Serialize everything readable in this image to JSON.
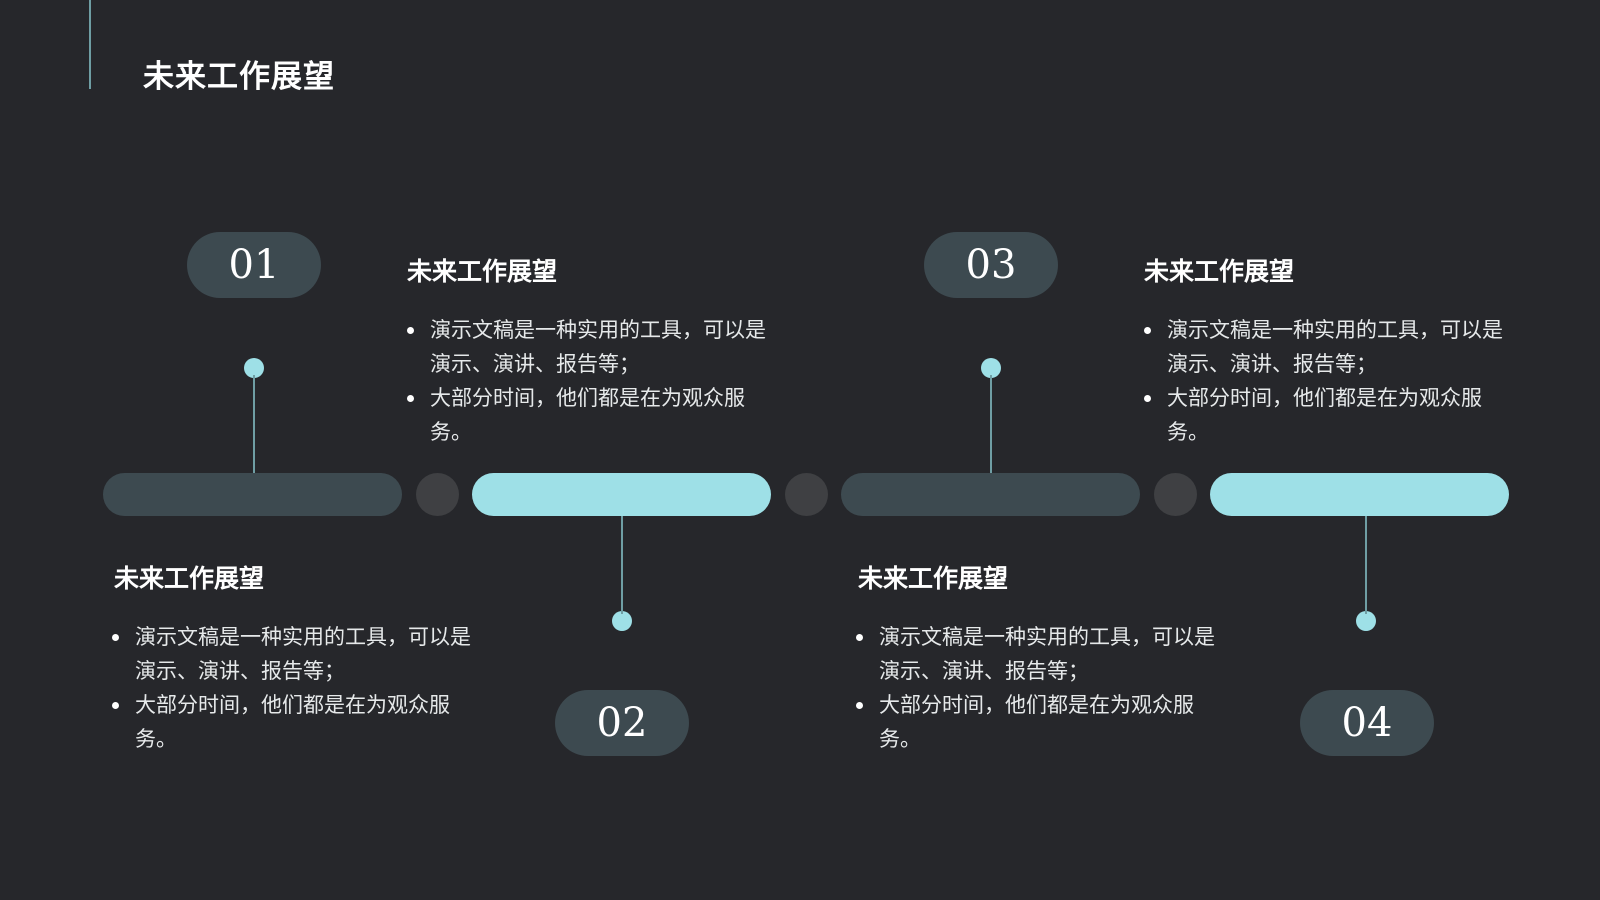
{
  "page": {
    "title": "未来工作展望"
  },
  "colors": {
    "background": "#26272b",
    "accent": "#9ee0e7",
    "pill": "#3d4a50"
  },
  "steps": [
    {
      "number": "01",
      "title": "未来工作展望",
      "bullets": [
        "演示文稿是一种实用的工具，可以是演示、演讲、报告等；",
        "大部分时间，他们都是在为观众服务。"
      ]
    },
    {
      "number": "02",
      "title": "未来工作展望",
      "bullets": [
        "演示文稿是一种实用的工具，可以是演示、演讲、报告等；",
        "大部分时间，他们都是在为观众服务。"
      ]
    },
    {
      "number": "03",
      "title": "未来工作展望",
      "bullets": [
        "演示文稿是一种实用的工具，可以是演示、演讲、报告等；",
        "大部分时间，他们都是在为观众服务。"
      ]
    },
    {
      "number": "04",
      "title": "未来工作展望",
      "bullets": [
        "演示文稿是一种实用的工具，可以是演示、演讲、报告等；",
        "大部分时间，他们都是在为观众服务。"
      ]
    }
  ]
}
